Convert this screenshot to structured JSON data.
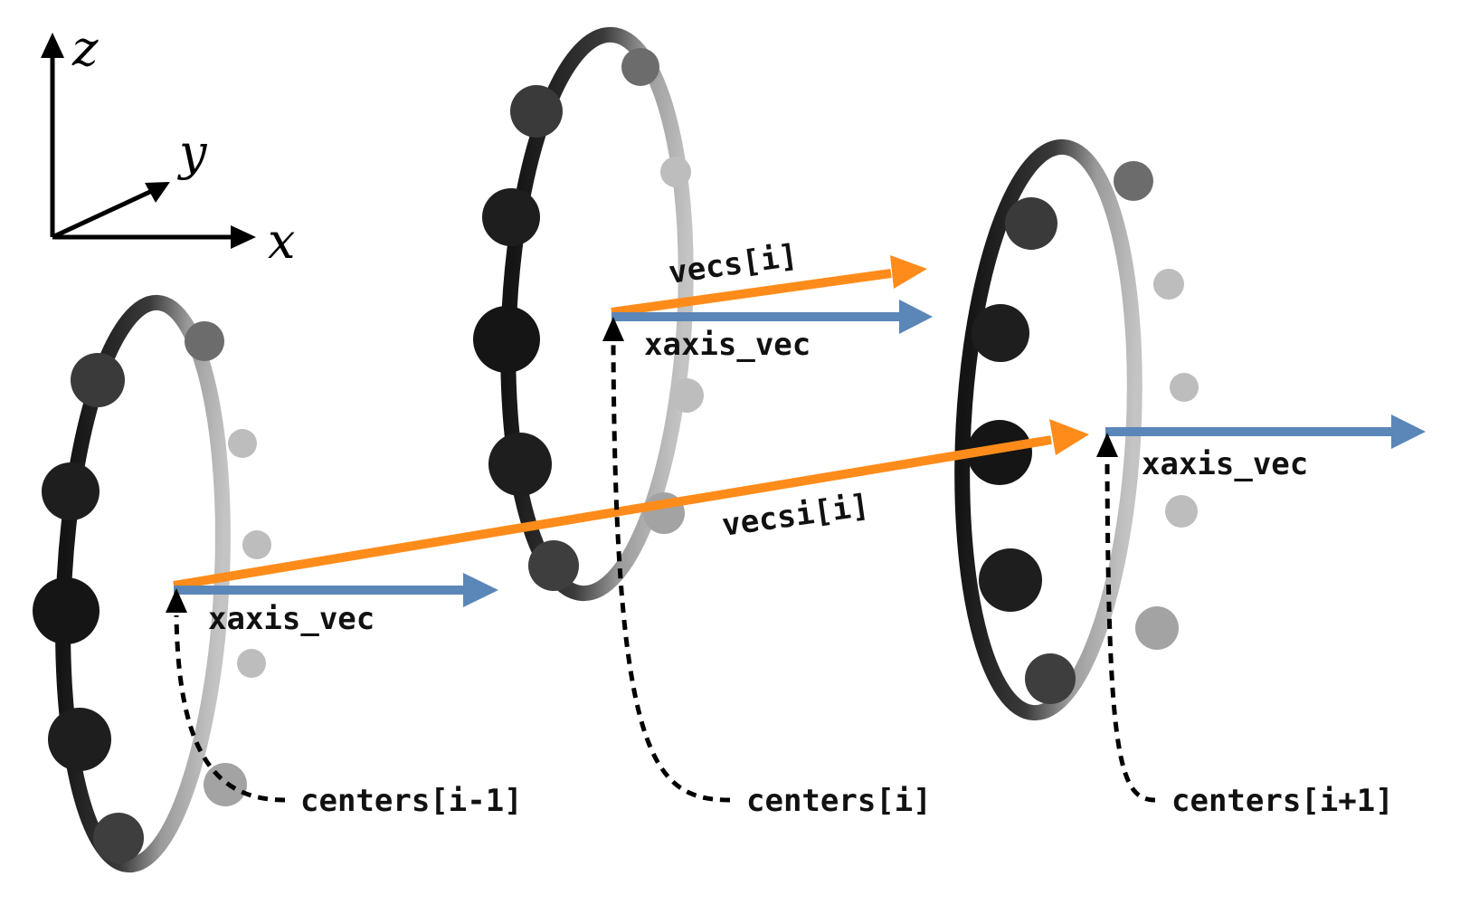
{
  "axes": {
    "z": "z",
    "y": "y",
    "x": "x"
  },
  "labels": {
    "vecs": "vecs[i]",
    "vecsi": "vecsi[i]",
    "xaxis_left": "xaxis_vec",
    "xaxis_mid": "xaxis_vec",
    "xaxis_right": "xaxis_vec",
    "centers_prev": "centers[i-1]",
    "centers_cur": "centers[i]",
    "centers_next": "centers[i+1]"
  },
  "colors": {
    "orange": "#ff8c1a",
    "blue": "#5b86b8",
    "ring_dark": "#151515",
    "ring_light": "#bdbdbd"
  }
}
